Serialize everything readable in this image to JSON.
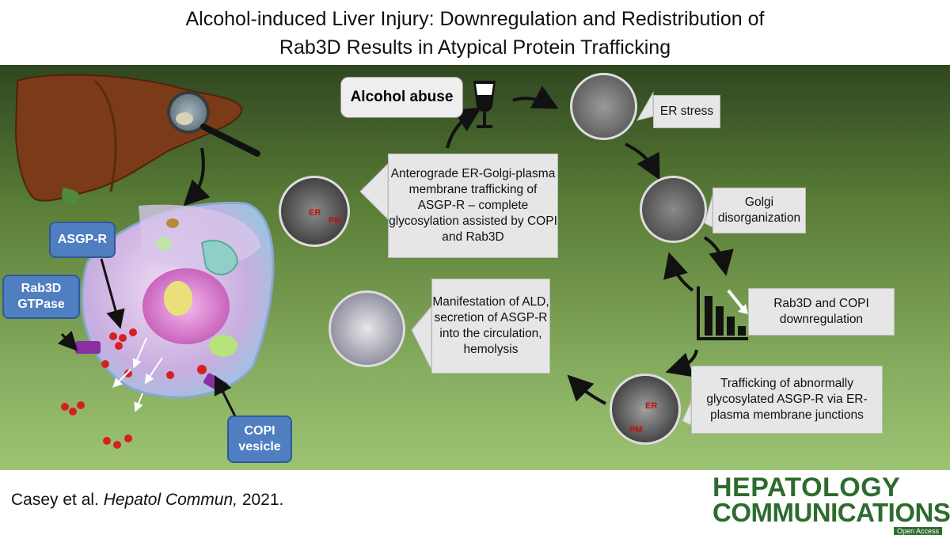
{
  "title": {
    "line1": "Alcohol-induced Liver Injury: Downregulation and Redistribution of",
    "line2": "Rab3D Results in Atypical Protein Trafficking"
  },
  "labels": {
    "asgpr": "ASGP-R",
    "rab3d": "Rab3D GTPase",
    "copi": "COPI vesicle",
    "er_tag1": "ER",
    "pm_tag1": "PM",
    "er_tag2": "ER",
    "pm_tag2": "PM"
  },
  "steps": {
    "alcohol": "Alcohol abuse",
    "er_stress": "ER stress",
    "golgi": "Golgi disorganization",
    "downregulation": "Rab3D and COPI downregulation",
    "trafficking_abnormal": "Trafficking of abnormally glycosylated ASGP-R via ER-plasma membrane junctions",
    "manifestation": "Manifestation of ALD, secretion of ASGP-R into the circulation, hemolysis",
    "anterograde": "Anterograde ER-Golgi-plasma membrane trafficking of ASGP-R – complete glycosylation assisted by COPI and Rab3D"
  },
  "citation": {
    "authors": "Casey et al.",
    "journal": "Hepatol Commun,",
    "year": "2021."
  },
  "brand": {
    "line1": "HEPATOLOGY",
    "line2": "COMMUNICATIONS",
    "tag": "Open Access"
  },
  "colors": {
    "panel_top": "#2f4620",
    "panel_bottom": "#9dc374",
    "label_blue": "#4f7fc0",
    "callout_bg": "#e6e6e6",
    "brand_green": "#2e6b2e"
  }
}
